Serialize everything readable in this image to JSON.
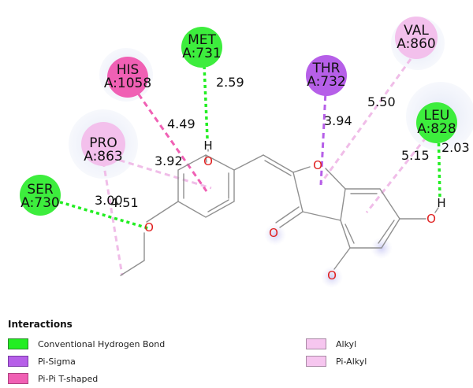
{
  "colors": {
    "hbond": "#22ee22",
    "pi_sigma": "#b65fe8",
    "pipi": "#f060b4",
    "alkyl": "#f0bde8",
    "halo": "#e6ecf8",
    "bond": "#909090",
    "oxygen": "#e02020",
    "hydrogen": "#111111"
  },
  "residues": [
    {
      "id": "met",
      "line1": "MET",
      "line2": "A:731",
      "color": "#3ded3d"
    },
    {
      "id": "his",
      "line1": "HIS",
      "line2": "A:1058",
      "color": "#f060b4"
    },
    {
      "id": "pro",
      "line1": "PRO",
      "line2": "A:863",
      "color": "#f3c0ec"
    },
    {
      "id": "ser",
      "line1": "SER",
      "line2": "A:730",
      "color": "#3ded3d"
    },
    {
      "id": "thr",
      "line1": "THR",
      "line2": "A:732",
      "color": "#b65fe8"
    },
    {
      "id": "val",
      "line1": "VAL",
      "line2": "A:860",
      "color": "#f3c0ec"
    },
    {
      "id": "leu",
      "line1": "LEU",
      "line2": "A:828",
      "color": "#3ded3d"
    }
  ],
  "distances": [
    "2.59",
    "4.49",
    "3.92",
    "3.00",
    "4.51",
    "3.94",
    "5.50",
    "5.15",
    "2.03"
  ],
  "atoms": {
    "oxygen": "O",
    "hydrogen": "H"
  },
  "legend": {
    "title": "Interactions",
    "items": [
      {
        "label": "Conventional Hydrogen Bond",
        "color": "#22ee22",
        "border": "#2a8a2a"
      },
      {
        "label": "Pi-Sigma",
        "color": "#b65fe8",
        "border": "#7a3aa8"
      },
      {
        "label": "Pi-Pi T-shaped",
        "color": "#f060b4",
        "border": "#b04080"
      },
      {
        "label": "Alkyl",
        "color": "#f6c6ef",
        "border": "#a98aa5"
      },
      {
        "label": "Pi-Alkyl",
        "color": "#f6c6ef",
        "border": "#a98aa5"
      }
    ]
  }
}
